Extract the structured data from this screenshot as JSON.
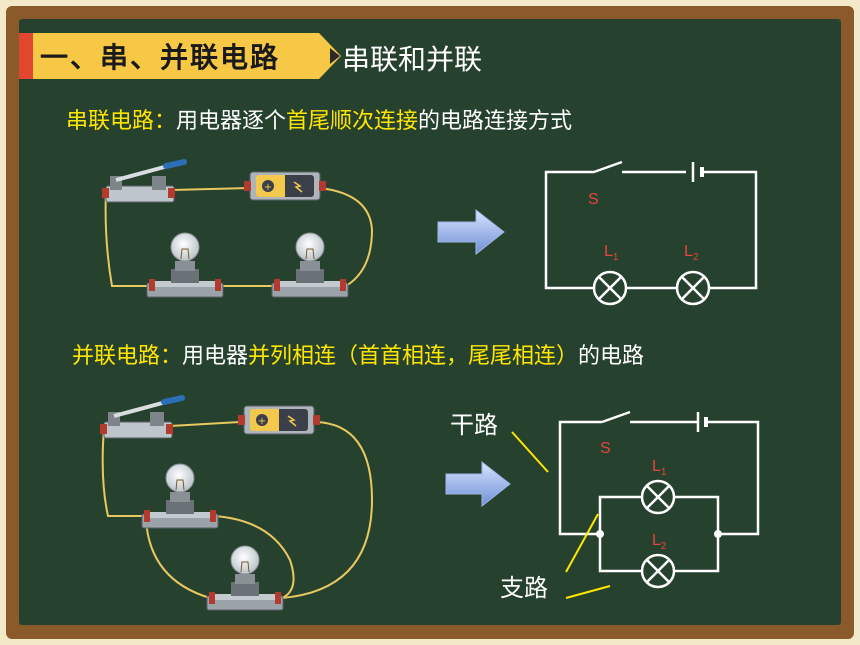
{
  "header": {
    "section_title": "一、串、并联电路",
    "subtitle": "串联和并联"
  },
  "series": {
    "term": "串联电路：",
    "text1": "用电器逐个",
    "highlight": "首尾顺次连接",
    "text2": "的电路连接方式",
    "diagram": {
      "switch": "S",
      "lamp1": "L",
      "lamp1_sub": "1",
      "lamp2": "L",
      "lamp2_sub": "2"
    }
  },
  "parallel": {
    "term": "并联电路：",
    "text1": "用电器",
    "highlight": "并列相连（首首相连，尾尾相连）",
    "text2": "的电路",
    "diagram": {
      "trunk_label": "干路",
      "branch_label": "支路",
      "switch": "S",
      "lamp1": "L",
      "lamp1_sub": "1",
      "lamp2": "L",
      "lamp2_sub": "2"
    }
  },
  "colors": {
    "board": "#27412f",
    "frame": "#8a5a2b",
    "highlight": "#ffe600",
    "badge": "#f7c846",
    "symbol_label": "#e8453c"
  }
}
